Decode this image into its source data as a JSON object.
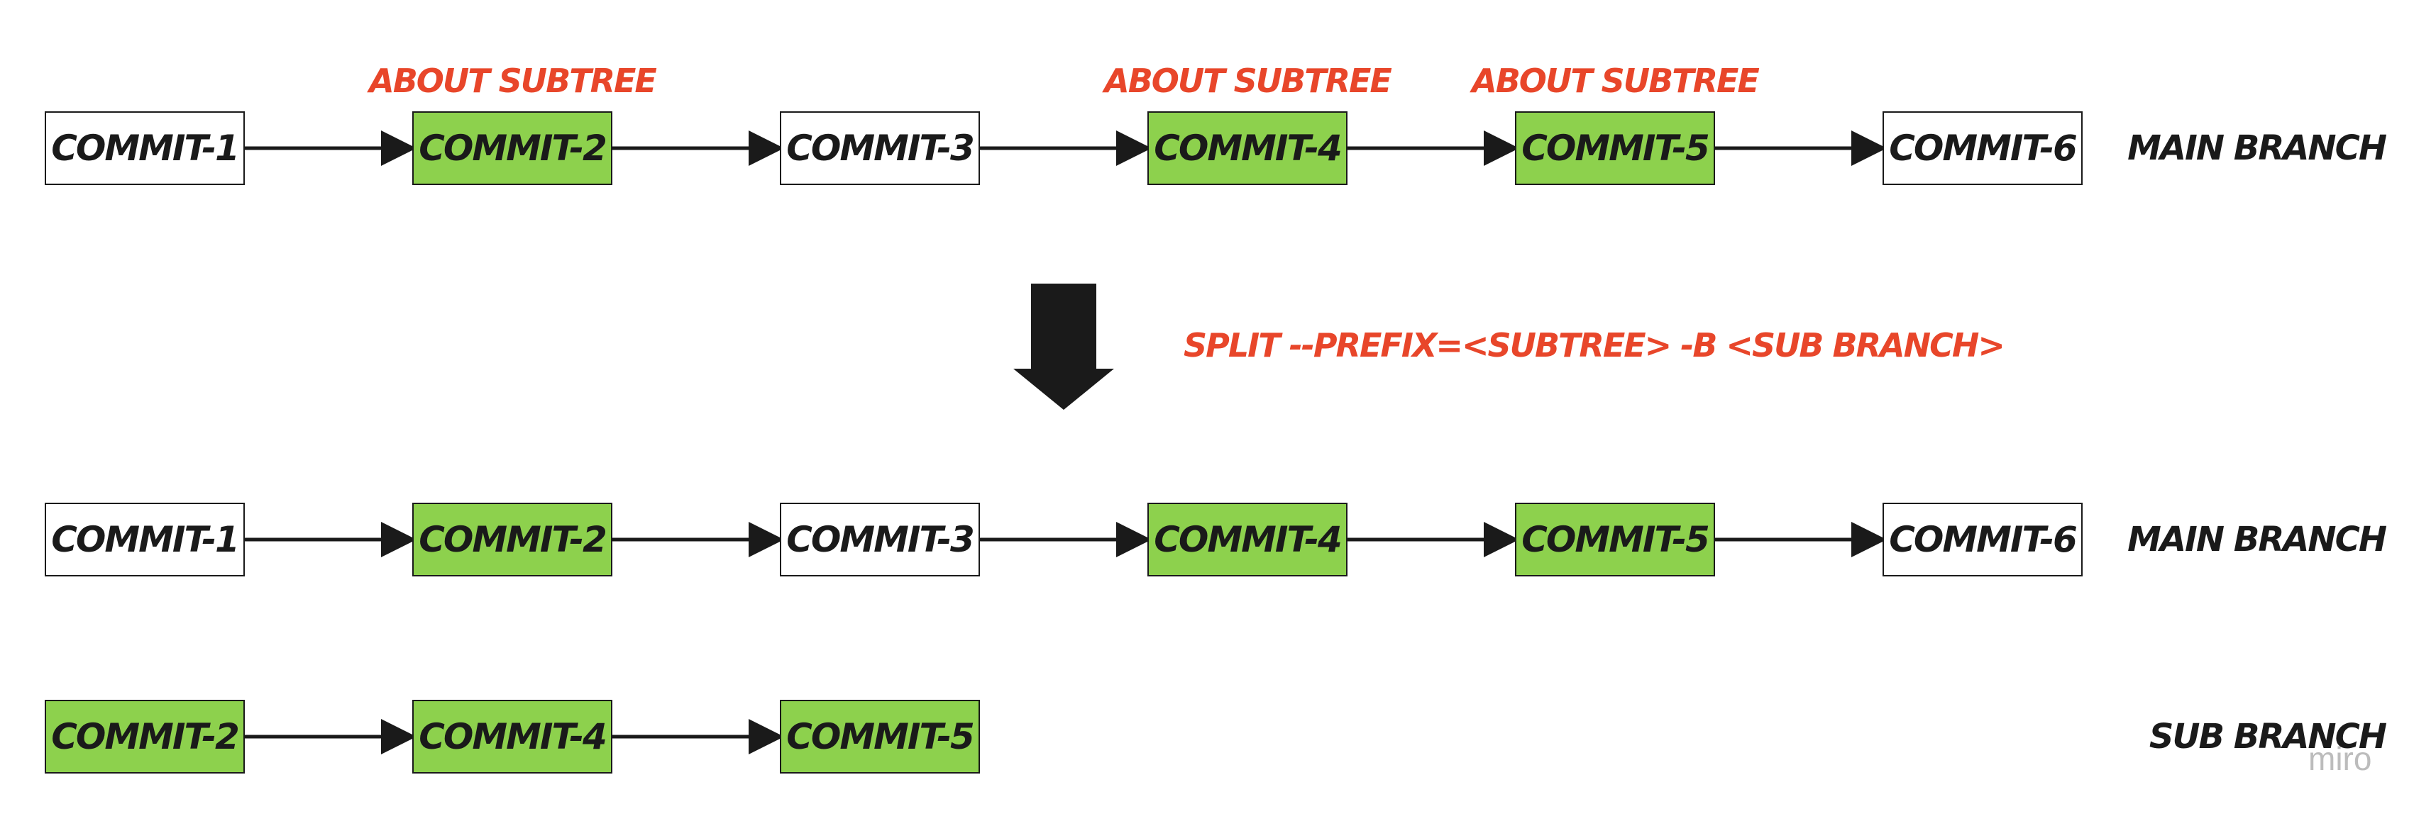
{
  "colors": {
    "highlight_fill": "#8dd14d",
    "plain_fill": "#ffffff",
    "border": "#1a1a1a",
    "annotation": "#e8462a",
    "arrow": "#1a1a1a"
  },
  "rows": [
    {
      "label": "MAIN BRANCH",
      "commits": [
        {
          "label": "COMMIT-1",
          "highlight": false
        },
        {
          "label": "COMMIT-2",
          "highlight": true,
          "annotation": "ABOUT SUBTREE"
        },
        {
          "label": "COMMIT-3",
          "highlight": false
        },
        {
          "label": "COMMIT-4",
          "highlight": true,
          "annotation": "ABOUT SUBTREE"
        },
        {
          "label": "COMMIT-5",
          "highlight": true,
          "annotation": "ABOUT SUBTREE"
        },
        {
          "label": "COMMIT-6",
          "highlight": false
        }
      ]
    },
    {
      "label": "MAIN BRANCH",
      "commits": [
        {
          "label": "COMMIT-1",
          "highlight": false
        },
        {
          "label": "COMMIT-2",
          "highlight": true
        },
        {
          "label": "COMMIT-3",
          "highlight": false
        },
        {
          "label": "COMMIT-4",
          "highlight": true
        },
        {
          "label": "COMMIT-5",
          "highlight": true
        },
        {
          "label": "COMMIT-6",
          "highlight": false
        }
      ]
    },
    {
      "label": "SUB BRANCH",
      "commits": [
        {
          "label": "COMMIT-2",
          "highlight": true
        },
        {
          "label": "COMMIT-4",
          "highlight": true
        },
        {
          "label": "COMMIT-5",
          "highlight": true
        }
      ]
    }
  ],
  "transform": {
    "command": "SPLIT --PREFIX=<SUBTREE> -B <SUB BRANCH>",
    "icon": "down-arrow-icon"
  },
  "watermark": "miro"
}
